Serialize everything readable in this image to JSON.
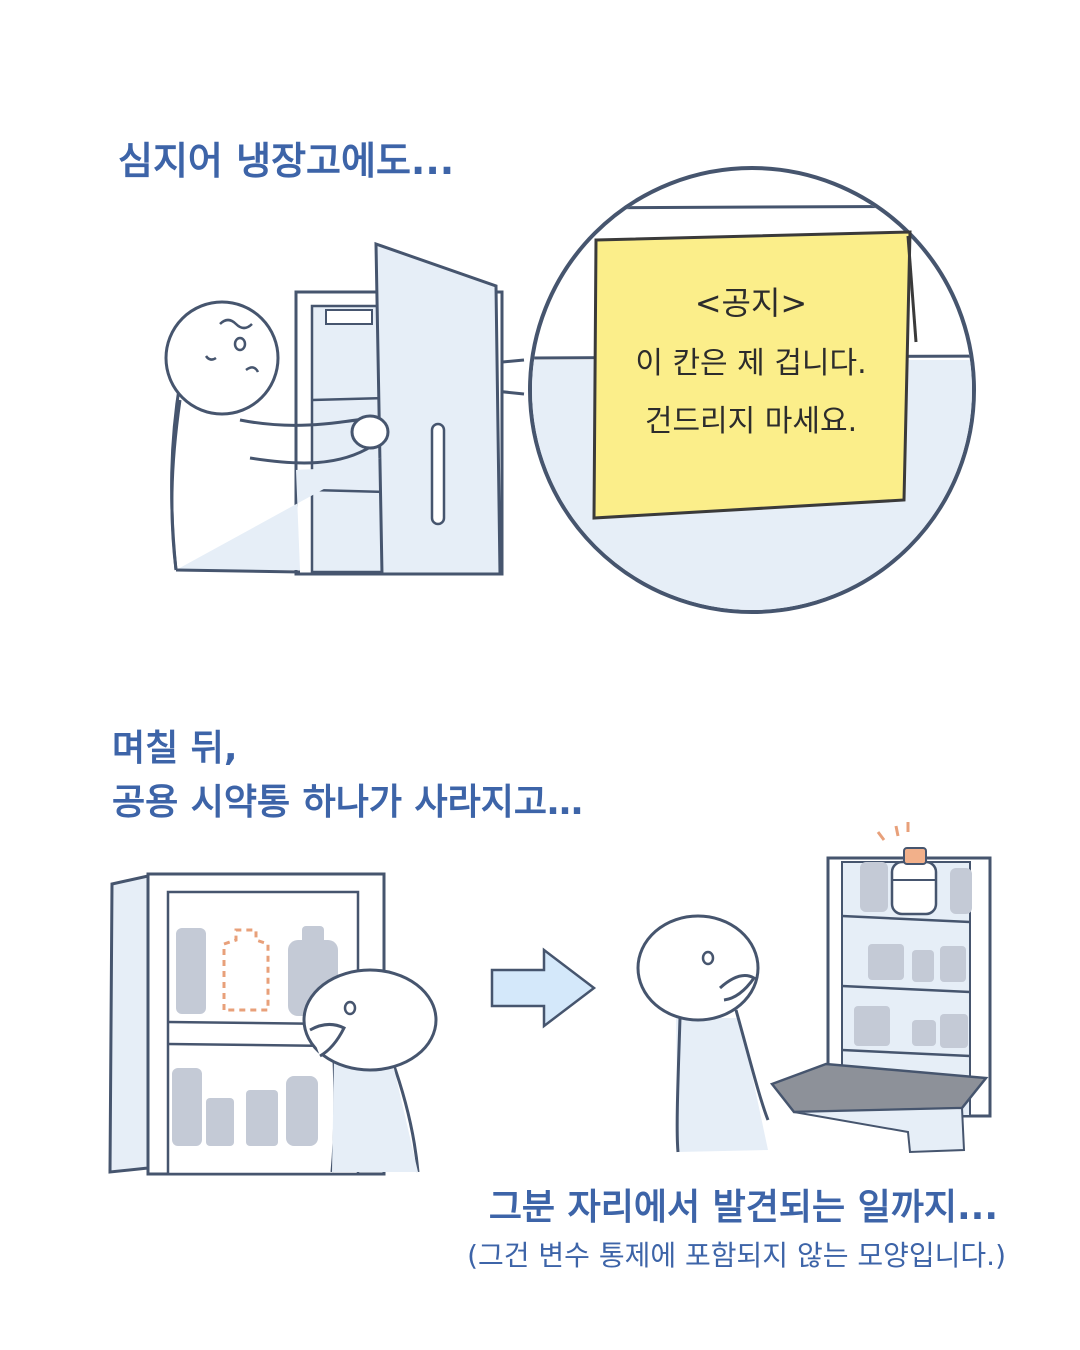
{
  "panel1": {
    "caption": "심지어 냉장고에도...",
    "note": {
      "title": "<공지>",
      "line1": "이 칸은 제 겁니다.",
      "line2": "건드리지 마세요."
    }
  },
  "panel2": {
    "caption_line1": "며칠 뒤,",
    "caption_line2": "공용 시약통 하나가 사라지고…",
    "result": "그분 자리에서 발견되는 일까지...",
    "aside": "(그건 변수 통제에 포함되지 않는 모양입니다.)"
  },
  "colors": {
    "caption": "#3d64a8",
    "outline": "#46556e",
    "fill_light": "#e6eef7",
    "note_yellow": "#fbee8a",
    "bottle_gray": "#c4cad6",
    "missing_dash": "#e8a07a",
    "arrow_fill": "#d4e8fa",
    "shelf_dark": "#8d9199"
  }
}
